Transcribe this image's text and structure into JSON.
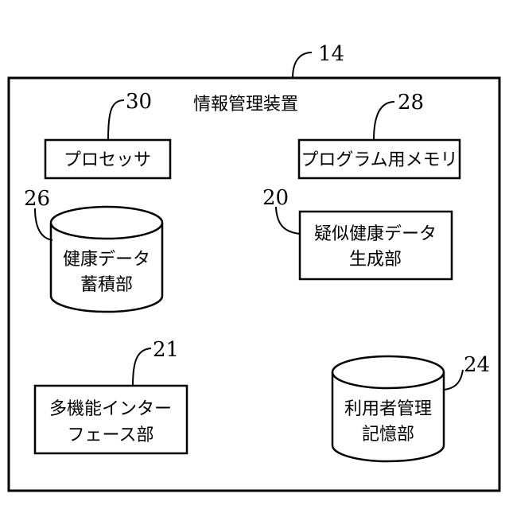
{
  "device": {
    "ref": "14",
    "title": "情報管理装置"
  },
  "components": {
    "processor": {
      "ref": "30",
      "line1": "プロセッサ"
    },
    "program_memory": {
      "ref": "28",
      "line1": "プログラム用メモリ"
    },
    "health_db": {
      "ref": "26",
      "line1": "健康データ",
      "line2": "蓄積部"
    },
    "pseudo_generator": {
      "ref": "20",
      "line1": "疑似健康データ",
      "line2": "生成部"
    },
    "interface": {
      "ref": "21",
      "line1": "多機能インター",
      "line2": "フェース部"
    },
    "user_storage": {
      "ref": "24",
      "line1": "利用者管理",
      "line2": "記憶部"
    }
  }
}
